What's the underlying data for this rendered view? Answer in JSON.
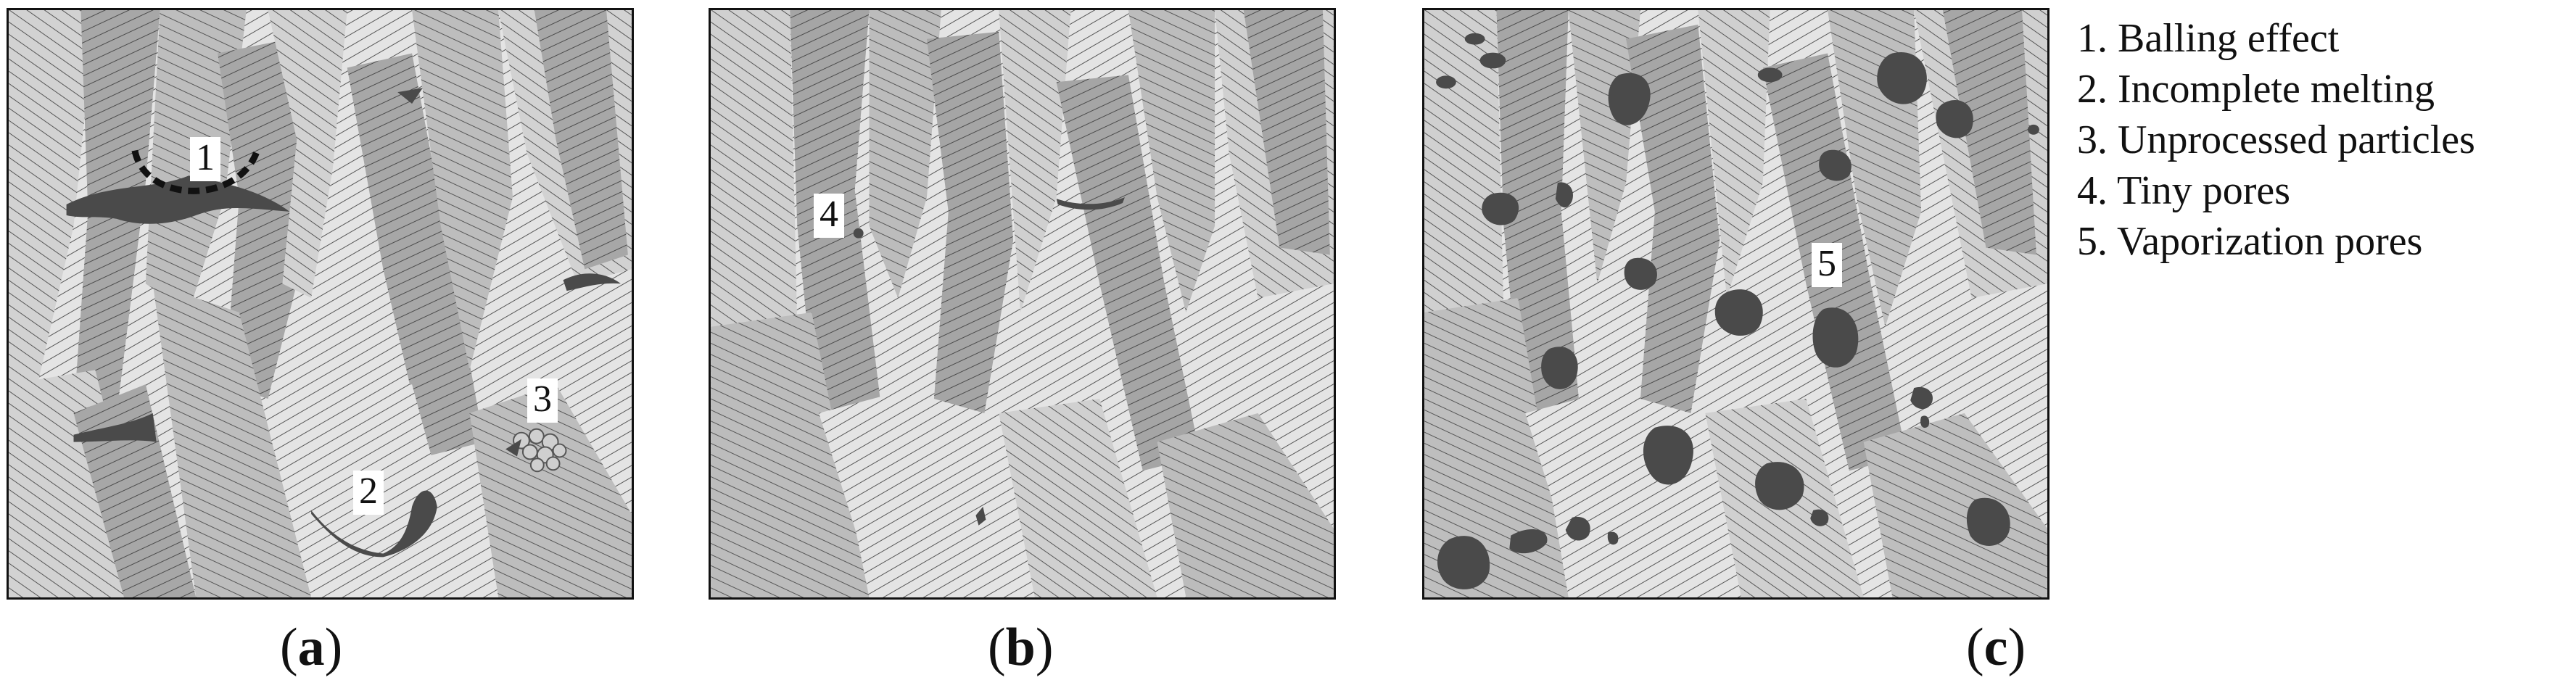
{
  "panels": [
    {
      "id": "a",
      "caption_letter": "a",
      "markers": [
        "1",
        "2",
        "3"
      ]
    },
    {
      "id": "b",
      "caption_letter": "b",
      "markers": [
        "4"
      ]
    },
    {
      "id": "c",
      "caption_letter": "c",
      "markers": [
        "5"
      ]
    }
  ],
  "legend": [
    "1. Balling effect",
    "2. Incomplete melting",
    "3. Unprocessed particles",
    "4. Tiny pores",
    "5. Vaporization pores"
  ],
  "colors": {
    "background": "#ffffff",
    "grain_light": "#e6e6e6",
    "grain_mid": "#c9c9c9",
    "grain_dark": "#9e9e9e",
    "defect": "#4a4a4a",
    "hatch": "#555555",
    "border": "#111111"
  }
}
